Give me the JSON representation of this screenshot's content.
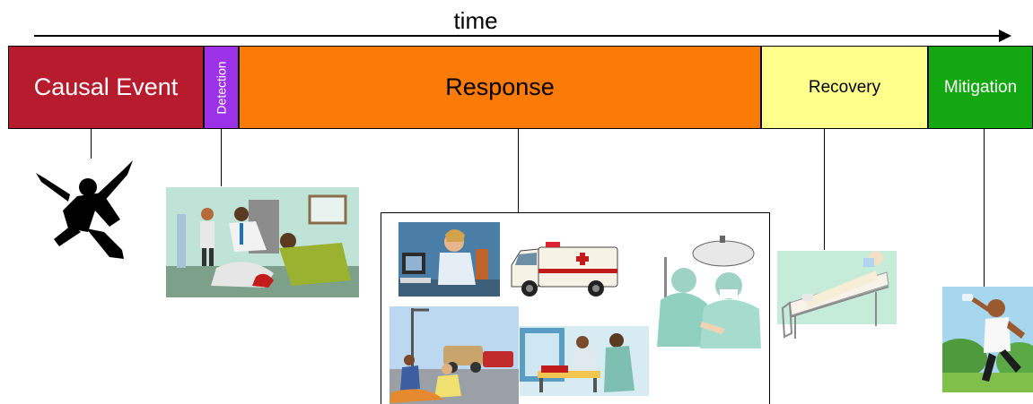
{
  "axis": {
    "label": "time"
  },
  "phases": {
    "causal": "Causal Event",
    "detection": "Detection",
    "response": "Response",
    "recovery": "Recovery",
    "mitigation": "Mitigation"
  },
  "colors": {
    "causal": "#b71c2e",
    "detection": "#9b32e8",
    "response": "#fc7a06",
    "recovery": "#ffff8c",
    "mitigation": "#13a811"
  },
  "illustrations": [
    "falling-person-icon",
    "first-aid-scene-icon",
    "dispatcher-icon",
    "ambulance-icon",
    "surgeons-icon",
    "accident-scene-icon",
    "stretcher-icon",
    "hospital-bed-icon",
    "runner-icon"
  ]
}
